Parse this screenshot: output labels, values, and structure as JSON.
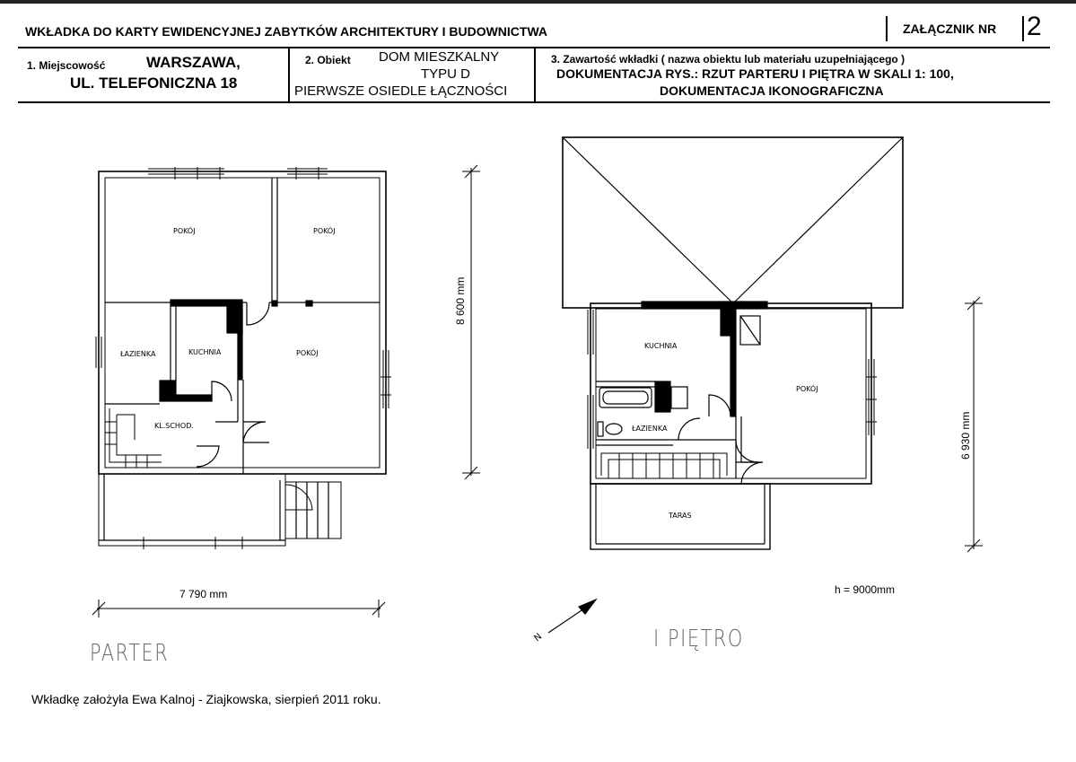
{
  "header": {
    "title": "WKŁADKA DO KARTY EWIDENCYJNEJ ZABYTKÓW ARCHITEKTURY I BUDOWNICTWA",
    "attachment_label": "ZAŁĄCZNIK NR",
    "attachment_number": "2"
  },
  "fields": {
    "locality_label": "1. Miejscowość",
    "locality_line1": "WARSZAWA,",
    "locality_line2": "UL. TELEFONICZNA 18",
    "object_label": "2. Obiekt",
    "object_line1": "DOM MIESZKALNY",
    "object_line2": "TYPU D",
    "object_line3": "PIERWSZE OSIEDLE ŁĄCZNOŚCI",
    "contents_label": "3. Zawartość wkładki ( nazwa obiektu lub materiału uzupełniającego )",
    "contents_line1": "DOKUMENTACJA RYS.: RZUT PARTERU I PIĘTRA W SKALI 1: 100,",
    "contents_line2": "DOKUMENTACJA IKONOGRAFICZNA"
  },
  "ground_floor": {
    "caption": "PARTER",
    "width_dim": "7 790 mm",
    "height_dim": "8 600 mm",
    "rooms": {
      "room_top_left": "POKÓJ",
      "room_top_right": "POKÓJ",
      "room_main": "POKÓJ",
      "bathroom": "ŁAZIENKA",
      "kitchen": "KUCHNIA",
      "stairs": "KL.SCHOD."
    }
  },
  "upper_floor": {
    "caption": "I PIĘTRO",
    "height_dim": "6 930 mm",
    "ridge_height": "h = 9000mm",
    "rooms": {
      "kitchen": "KUCHNIA",
      "room": "POKÓJ",
      "bathroom": "ŁAZIENKA",
      "terrace": "TARAS"
    }
  },
  "north_arrow_label": "N",
  "footer": "Wkładkę założyła Ewa Kalnoj - Ziajkowska,  sierpień  2011 roku."
}
